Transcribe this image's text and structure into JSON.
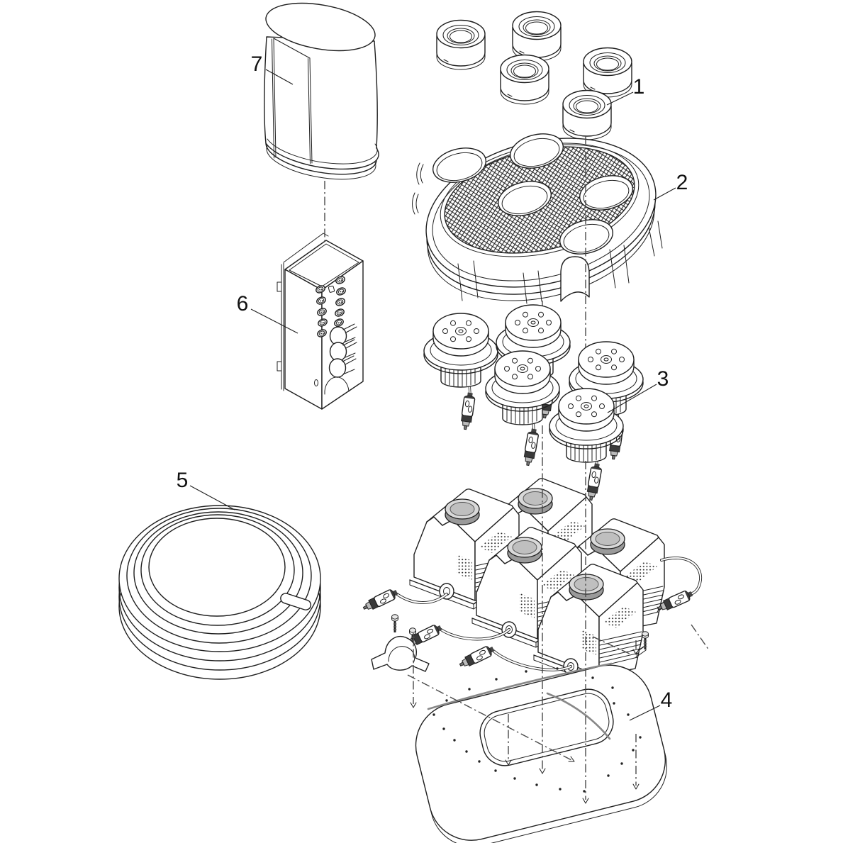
{
  "diagram": {
    "background": "#ffffff",
    "line_color": "#1f1f1f",
    "dash_line_color": "#4a4a4a",
    "metal_gray": "#bfbfbf",
    "dark_gray": "#3a3a3a",
    "callouts": [
      {
        "label": "1"
      },
      {
        "label": "2"
      },
      {
        "label": "3"
      },
      {
        "label": "4"
      },
      {
        "label": "5"
      },
      {
        "label": "6"
      },
      {
        "label": "7"
      }
    ]
  }
}
